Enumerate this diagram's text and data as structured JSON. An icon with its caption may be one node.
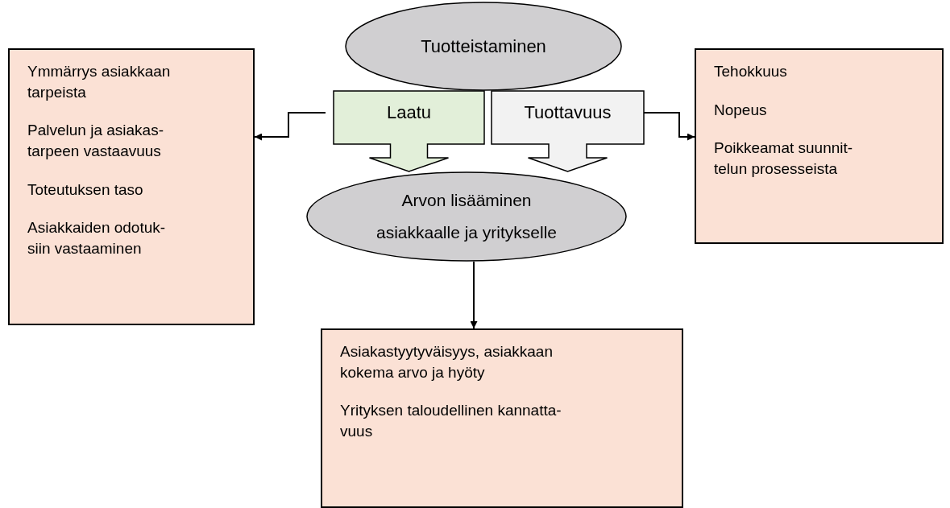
{
  "diagram": {
    "nodes": [
      {
        "text": [
          "Tuotteistaminen"
        ]
      },
      {
        "text": [
          "Arvon lisääminen asiakkaalle ja yritykselle"
        ]
      },
      {
        "text": [
          "Ymmärrys asiakkaan tarpeista",
          "Palvelun ja asiakas- tarpeen vastaavuus",
          "Toteutuksen taso",
          "Asiakkaiden odotuk- siin vastaaminen"
        ]
      },
      {
        "text": [
          "Tehokkuus",
          "Nopeus",
          "Poikkeamat suunnit- telun prosesseista"
        ]
      },
      {
        "text": [
          "Asiakastyytyväisyys, asiakkaan kokema arvo ja hyöty",
          "Yrityksen taloudellinen kannatta- vuus"
        ]
      }
    ],
    "edges": [
      {
        "from": 0,
        "to": 1,
        "arrow": "to",
        "label": "Laatu",
        "style": "thick",
        "color": "#e2efd9"
      },
      {
        "from": 0,
        "to": 1,
        "arrow": "to",
        "label": "Tuottavuus",
        "style": "thick",
        "color": "#f2f2f2"
      },
      {
        "from": null,
        "to": 2,
        "arrow": "to"
      },
      {
        "from": null,
        "to": 3,
        "arrow": "to"
      },
      {
        "from": 1,
        "to": 4,
        "arrow": "to"
      }
    ]
  }
}
